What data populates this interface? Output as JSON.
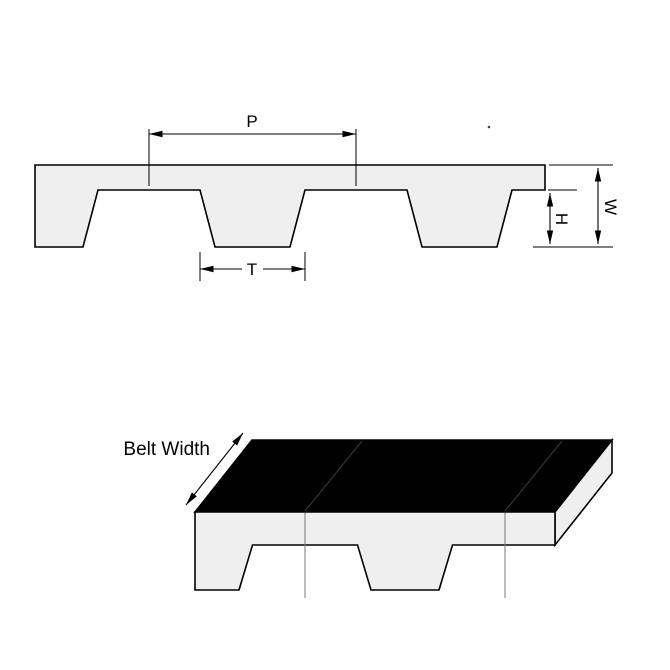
{
  "figure": {
    "type": "technical-diagram",
    "subject": "timing belt tooth profile and perspective view",
    "cross_section": {
      "pitch_label": "P",
      "tooth_width_label": "T",
      "tooth_height_label": "H",
      "thickness_label": "W"
    },
    "perspective_view": {
      "belt_width_label": "Belt Width"
    },
    "colors": {
      "outline": "#000000",
      "belt_fill": "#efefef",
      "top_surface_fill": "#000000",
      "background": "#ffffff"
    }
  }
}
